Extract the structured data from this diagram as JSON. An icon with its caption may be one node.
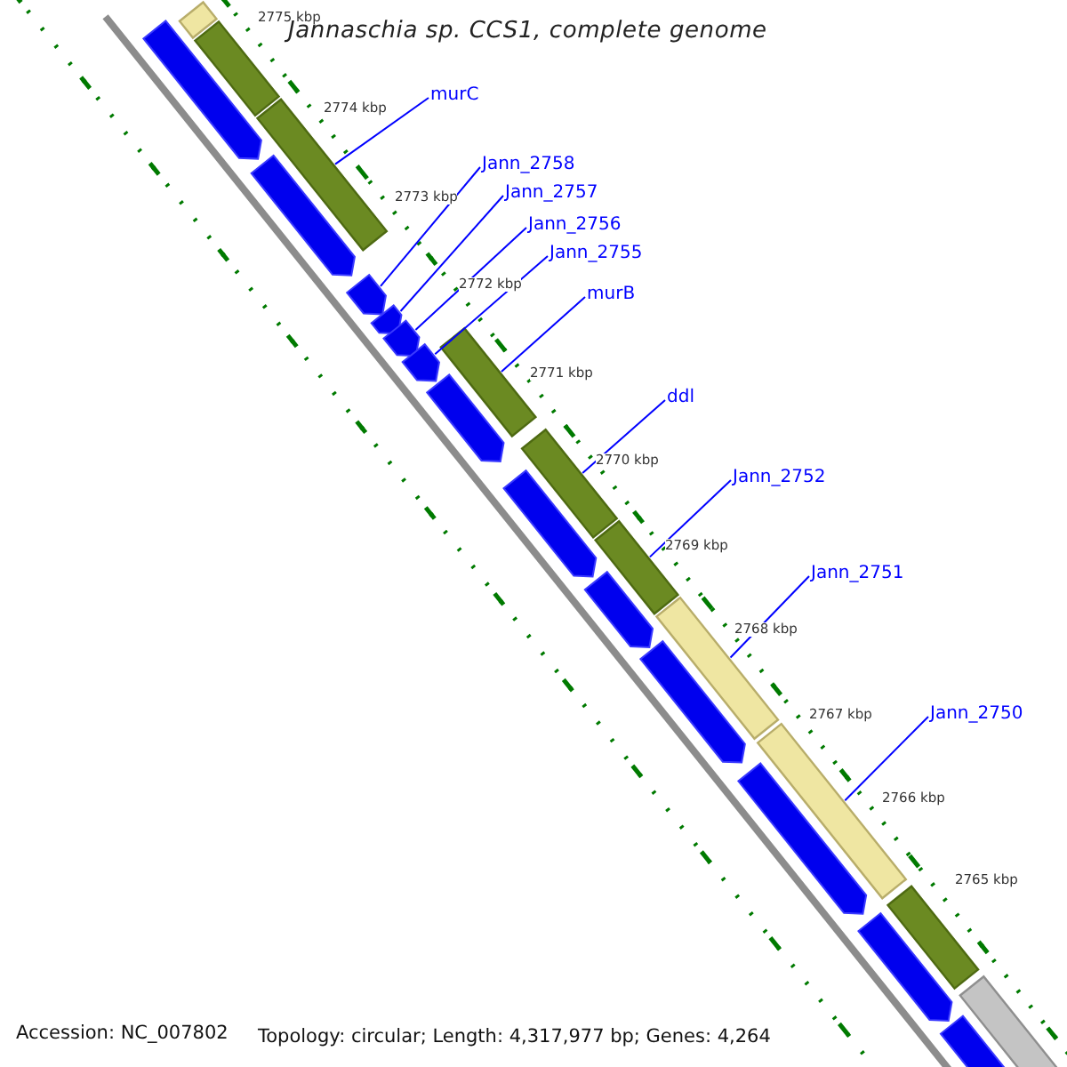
{
  "diagram": {
    "title": "Jannaschia sp. CCS1, complete genome",
    "nodes": [
      {
        "text": [
          "murC"
        ]
      },
      {
        "text": [
          "Jann_2758"
        ]
      },
      {
        "text": [
          "Jann_2757"
        ]
      },
      {
        "text": [
          "Jann_2756"
        ]
      },
      {
        "text": [
          "Jann_2755"
        ]
      },
      {
        "text": [
          "murB"
        ]
      },
      {
        "text": [
          "ddl"
        ]
      },
      {
        "text": [
          "Jann_2752"
        ]
      },
      {
        "text": [
          "Jann_2751"
        ]
      },
      {
        "text": [
          "Jann_2750"
        ]
      },
      {
        "text": [],
        "shape": "bar"
      },
      {
        "text": [],
        "shape": "pentagon"
      },
      {
        "text": [],
        "shape": "bar"
      },
      {
        "text": [],
        "shape": "bar"
      },
      {
        "text": [],
        "shape": "pentagon"
      },
      {
        "text": [],
        "shape": "pentagon"
      },
      {
        "text": [],
        "shape": "pentagon"
      },
      {
        "text": [],
        "shape": "pentagon"
      },
      {
        "text": [],
        "shape": "pentagon"
      },
      {
        "text": [],
        "shape": "bar"
      },
      {
        "text": [],
        "shape": "pentagon"
      },
      {
        "text": [],
        "shape": "bar"
      },
      {
        "text": [],
        "shape": "pentagon"
      },
      {
        "text": [],
        "shape": "bar"
      },
      {
        "text": [],
        "shape": "pentagon"
      },
      {
        "text": [],
        "shape": "bar"
      },
      {
        "text": [],
        "shape": "pentagon"
      },
      {
        "text": [],
        "shape": "bar"
      },
      {
        "text": [],
        "shape": "pentagon"
      },
      {
        "text": [],
        "shape": "bar"
      },
      {
        "text": [],
        "shape": "pentagon"
      },
      {
        "text": [],
        "shape": "bar"
      },
      {
        "text": [],
        "shape": "pentagon"
      }
    ],
    "edges": [
      {
        "from": 0,
        "to": 13,
        "arrow": "none"
      },
      {
        "from": 1,
        "to": 15,
        "arrow": "none"
      },
      {
        "from": 2,
        "to": 16,
        "arrow": "none"
      },
      {
        "from": 3,
        "to": 17,
        "arrow": "none"
      },
      {
        "from": 4,
        "to": 18,
        "arrow": "none"
      },
      {
        "from": 5,
        "to": 19,
        "arrow": "none"
      },
      {
        "from": 6,
        "to": 21,
        "arrow": "none"
      },
      {
        "from": 7,
        "to": 23,
        "arrow": "none"
      },
      {
        "from": 8,
        "to": 25,
        "arrow": "none"
      },
      {
        "from": 9,
        "to": 27,
        "arrow": "none"
      }
    ],
    "labels": [
      "2775 kbp",
      "2774 kbp",
      "2773 kbp",
      "2772 kbp",
      "2771 kbp",
      "2770 kbp",
      "2769 kbp",
      "2768 kbp",
      "2767 kbp",
      "2766 kbp",
      "2765 kbp",
      "Accession: NC_007802",
      "Topology: circular; Length: 4,317,977 bp; Genes: 4,264"
    ]
  }
}
